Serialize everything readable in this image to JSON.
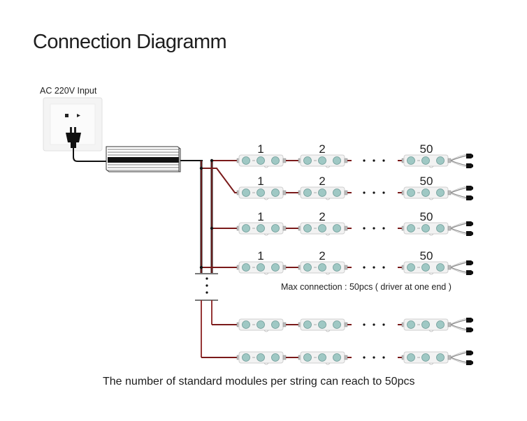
{
  "title": "Connection Diagramm",
  "power_source": {
    "label": "AC 220V Input",
    "icon": "wall-socket-with-plug-icon"
  },
  "driver": {
    "icon": "led-driver-power-supply-icon"
  },
  "module_labels": {
    "first": "1",
    "second": "2",
    "last": "50",
    "ellipsis": "· · ·"
  },
  "rows": [
    {
      "labeled": true
    },
    {
      "labeled": true
    },
    {
      "labeled": true
    },
    {
      "labeled": true
    },
    {
      "labeled": false
    },
    {
      "labeled": false
    }
  ],
  "bus_ellipsis": "⋮",
  "max_connection_note": "Max connection : 50pcs ( driver at one end )",
  "caption": "The number of standard modules per string can reach to 50pcs",
  "colors": {
    "wire_red": "#7a1a1a",
    "wire_black": "#111111",
    "led": "#9fc8c4",
    "module_body": "#f2f2f2"
  }
}
